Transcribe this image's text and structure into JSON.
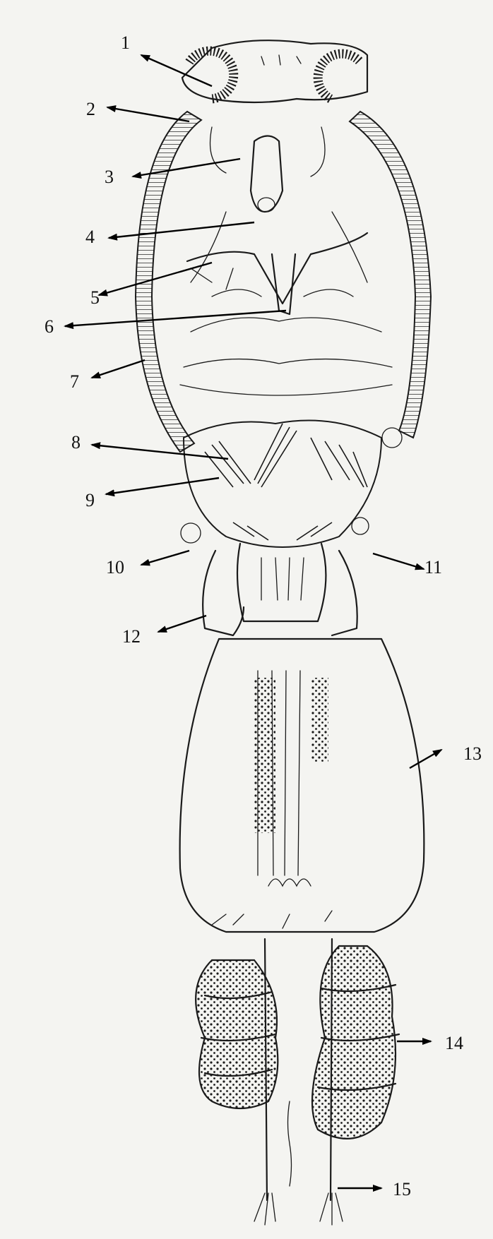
{
  "labels": [
    "1",
    "2",
    "3",
    "4",
    "5",
    "6",
    "7",
    "8",
    "9",
    "10",
    "11",
    "12",
    "13",
    "14",
    "15"
  ],
  "colors": {
    "ink": "#1a1a1a",
    "paper": "#f4f4f1"
  }
}
